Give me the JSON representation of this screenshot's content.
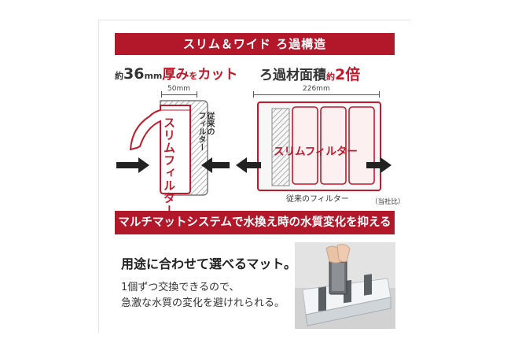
{
  "banner_top": "スリム＆ワイド ろ過構造",
  "left_heading": {
    "prefix": "約",
    "number": "36",
    "unit": "mm",
    "emph": "厚みをカット",
    "emph_a": "厚み",
    "emph_small": "を",
    "emph_b": "カット"
  },
  "right_heading": {
    "text": "ろ過材面積",
    "small": "約",
    "emph": "2倍"
  },
  "left_dimension": "50mm",
  "right_dimension": "226mm",
  "slim_filter_label": "スリムフィルター",
  "old_filter_label_side": "従来のフィルター",
  "old_filter_label_side_line1": "従来の",
  "old_filter_label_side_line2": "フィルター",
  "wide_filter_label": "スリムフィルター",
  "old_filter_label_bottom": "従来のフィルター",
  "note": "（当社比）",
  "banner_bottom": "マルチマットシステムで水換え時の水質変化を抑える",
  "mat_title": "用途に合わせて選べるマット。",
  "mat_desc": [
    "1個ずつ交換できるので、",
    "急激な水質の変化を避けれられる。"
  ],
  "colors": {
    "accent": "#b3182a",
    "filter_red": "#c0192b",
    "gray_fill": "#8a8a8a"
  }
}
